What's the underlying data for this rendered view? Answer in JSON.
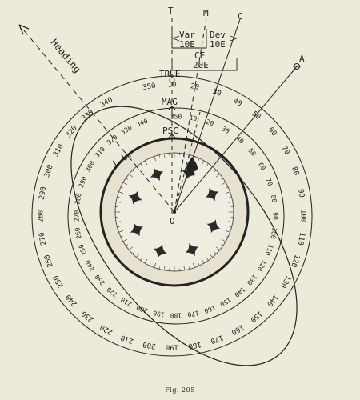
{
  "lines": {
    "true_label": "T",
    "mag_label": "M",
    "compass_label": "C",
    "heading_label": "Heading",
    "bearing_label": "A",
    "center_label": "O"
  },
  "corrections": {
    "var_label": "Var",
    "var_value": "10E",
    "dev_label": "Dev",
    "dev_value": "10E",
    "ce_label": "CE",
    "ce_value": "20E"
  },
  "rings": {
    "true_label": "TRUE",
    "mag_label": "MAG",
    "psc_label": "PSC",
    "ll_label": "L.L."
  },
  "scales": {
    "true_outer": [
      "350",
      "10",
      "20",
      "30",
      "40",
      "50",
      "60",
      "70",
      "80",
      "90",
      "100",
      "110",
      "120",
      "130",
      "140",
      "150",
      "160",
      "170",
      "180",
      "190",
      "200",
      "210",
      "220",
      "230",
      "240",
      "250",
      "260",
      "270",
      "280",
      "290",
      "300",
      "310",
      "320",
      "330",
      "340"
    ],
    "mag_middle": [
      "350",
      "10",
      "20",
      "30",
      "40",
      "50",
      "60",
      "70",
      "80",
      "90",
      "100",
      "110",
      "120",
      "130",
      "140",
      "150",
      "160",
      "170",
      "180",
      "190",
      "200",
      "210",
      "220",
      "230",
      "240",
      "250",
      "260",
      "270",
      "280",
      "290",
      "300",
      "310",
      "320",
      "330",
      "340"
    ],
    "compass_card": [
      "10",
      "20",
      "30",
      "40",
      "50",
      "60",
      "70",
      "80",
      "90",
      "100",
      "110",
      "120",
      "130",
      "140",
      "150",
      "160",
      "170",
      "180",
      "190",
      "200",
      "210",
      "220",
      "230",
      "240",
      "250",
      "260",
      "270",
      "280",
      "290",
      "300",
      "310",
      "320",
      "330",
      "340",
      "350"
    ]
  },
  "caption": "Fig. 205"
}
